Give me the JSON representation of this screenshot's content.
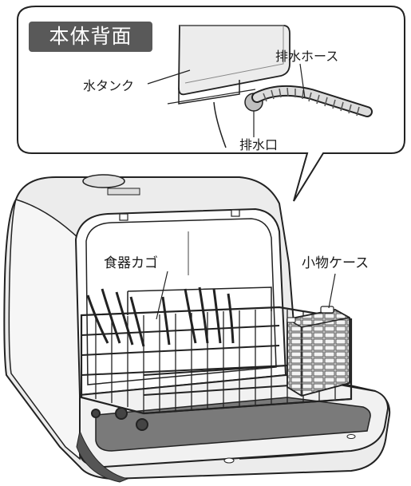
{
  "callout": {
    "title": "本体背面",
    "labels": {
      "water_tank": "水タンク",
      "drain_hose": "排水ホース",
      "drain_port": "排水口"
    }
  },
  "main": {
    "labels": {
      "dish_basket": "食器カゴ",
      "accessory_case": "小物ケース"
    }
  }
}
